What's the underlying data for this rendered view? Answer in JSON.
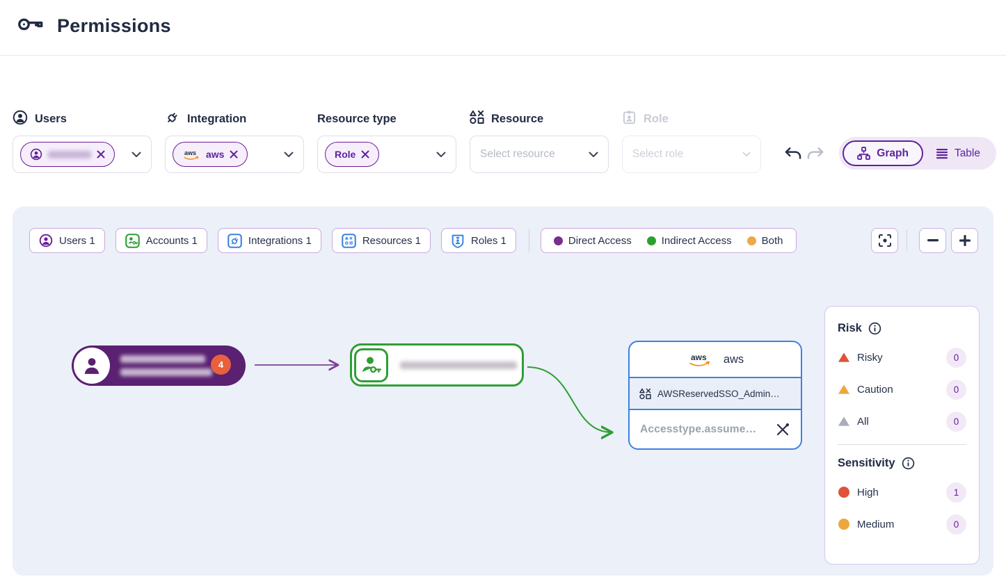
{
  "header": {
    "title": "Permissions"
  },
  "filters": {
    "users": {
      "label": "Users",
      "chip_redacted": true
    },
    "integration": {
      "label": "Integration",
      "chip_label": "aws"
    },
    "resource_type": {
      "label": "Resource type",
      "chip_label": "Role"
    },
    "resource": {
      "label": "Resource",
      "placeholder": "Select resource"
    },
    "role": {
      "label": "Role",
      "placeholder": "Select role",
      "disabled": true
    }
  },
  "view_toggle": {
    "graph_label": "Graph",
    "table_label": "Table",
    "active": "Graph"
  },
  "toolbar": {
    "chips": [
      {
        "label": "Users 1",
        "icon": "user-circle-icon",
        "color": "#6a1b9a"
      },
      {
        "label": "Accounts 1",
        "icon": "account-key-icon",
        "color": "#2e9e33"
      },
      {
        "label": "Integrations 1",
        "icon": "plug-icon",
        "color": "#3b82e0"
      },
      {
        "label": "Resources 1",
        "icon": "shapes-icon",
        "color": "#3b82e0"
      },
      {
        "label": "Roles 1",
        "icon": "badge-icon",
        "color": "#3b82e0"
      }
    ],
    "legend": [
      {
        "label": "Direct Access",
        "color": "#7b2e8e"
      },
      {
        "label": "Indirect Access",
        "color": "#2e9e33"
      },
      {
        "label": "Both",
        "color": "#eda84a"
      }
    ]
  },
  "graph": {
    "user_node": {
      "badge_count": "4",
      "name_redacted": true,
      "color": "#5a2071"
    },
    "account_node": {
      "name_redacted": true,
      "color": "#2f9e33"
    },
    "resource_card": {
      "integration_label": "aws",
      "resource_label": "AWSReservedSSO_Admin…",
      "access_label": "Accesstype.assume…",
      "color": "#3b82e0"
    }
  },
  "side_panel": {
    "risk": {
      "title": "Risk",
      "rows": [
        {
          "label": "Risky",
          "count": "0",
          "color": "#e05233"
        },
        {
          "label": "Caution",
          "count": "0",
          "color": "#eda83d"
        },
        {
          "label": "All",
          "count": "0",
          "color": "#a9aeb9"
        }
      ]
    },
    "sensitivity": {
      "title": "Sensitivity",
      "rows": [
        {
          "label": "High",
          "count": "1",
          "color": "#e0523a"
        },
        {
          "label": "Medium",
          "count": "0",
          "color": "#eda83d"
        }
      ]
    }
  }
}
